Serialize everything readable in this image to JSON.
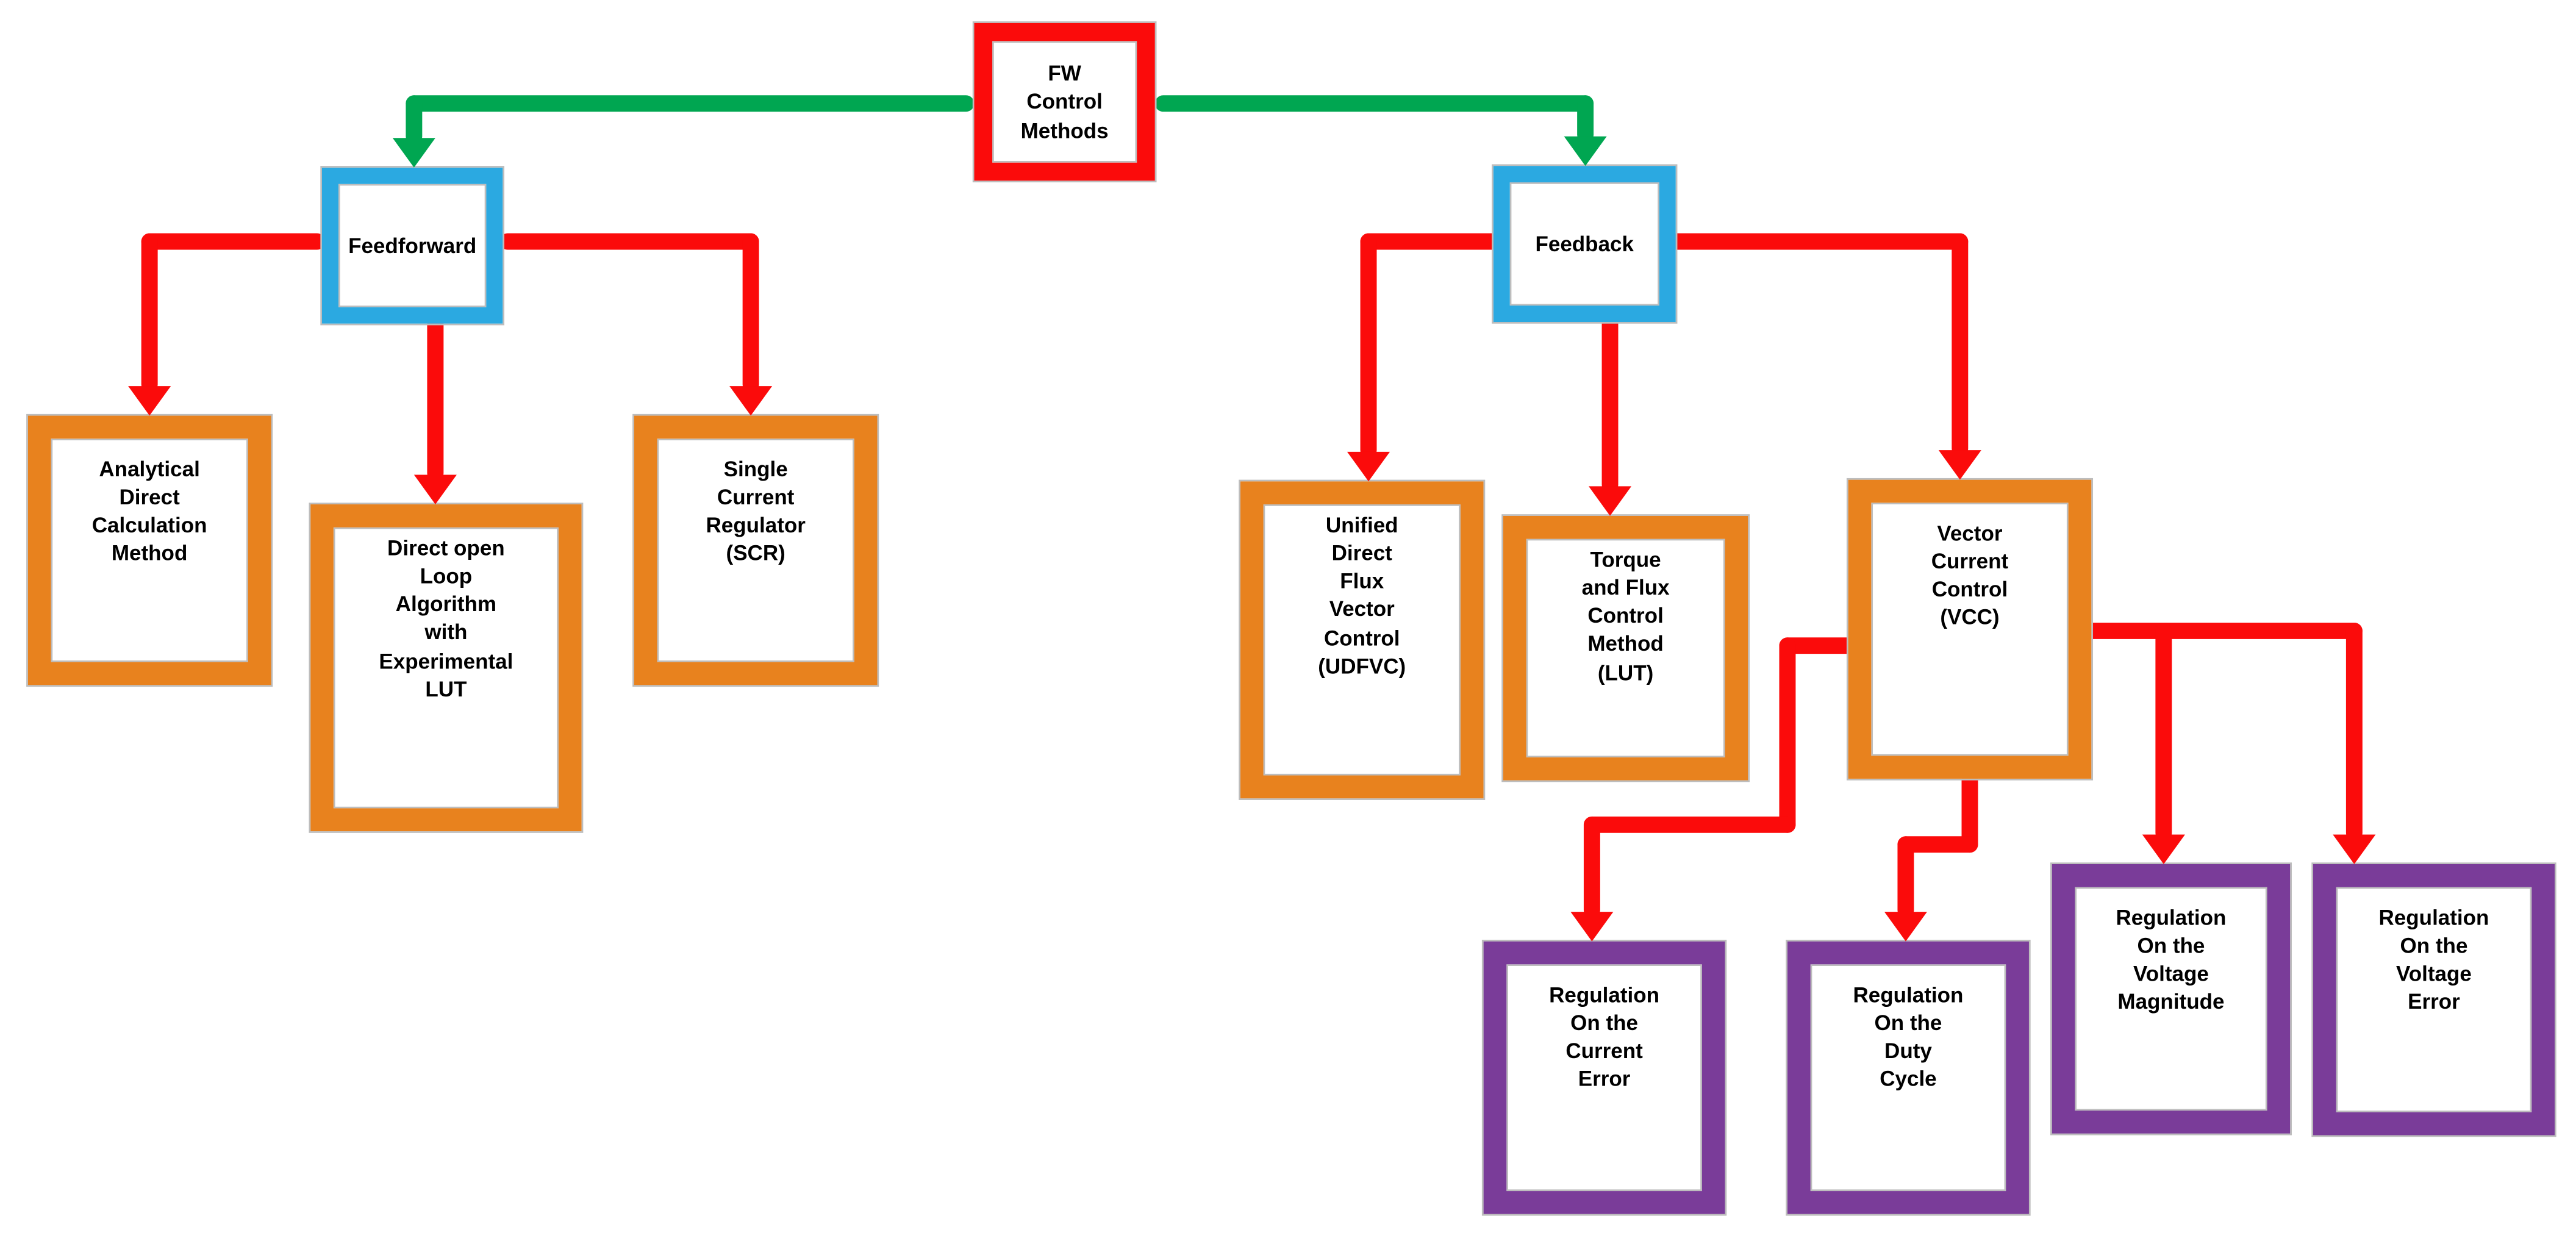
{
  "diagram_title": "FW Control Methods",
  "colors": {
    "red": "#FB0B0B",
    "green": "#00A651",
    "blue": "#2BA9E1",
    "orange": "#E8821E",
    "purple": "#7A3C99",
    "text": "#000000",
    "background": "#FFFFFF",
    "outline_gray": "#BDBDBD"
  },
  "nodes": {
    "fw": {
      "label": "FW\nControl\nMethods"
    },
    "feedforward": {
      "label": "Feedforward"
    },
    "feedback": {
      "label": "Feedback"
    },
    "analytical": {
      "label": "Analytical\nDirect\nCalculation\nMethod"
    },
    "direct_open_loop": {
      "label": "Direct open\nLoop\nAlgorithm\nwith\nExperimental\nLUT"
    },
    "scr": {
      "label": "Single\nCurrent\nRegulator\n(SCR)"
    },
    "udfvc": {
      "label": "Unified\nDirect\nFlux\nVector\nControl\n(UDFVC)"
    },
    "torque_flux": {
      "label": "Torque\nand Flux\nControl\nMethod\n(LUT)"
    },
    "vcc": {
      "label": "Vector\nCurrent\nControl\n(VCC)"
    },
    "reg_current_error": {
      "label": "Regulation\nOn the\nCurrent\nError"
    },
    "reg_duty_cycle": {
      "label": "Regulation\nOn the\nDuty\nCycle"
    },
    "reg_voltage_magnitude": {
      "label": "Regulation\nOn the\nVoltage\nMagnitude"
    },
    "reg_voltage_error": {
      "label": "Regulation\nOn the\nVoltage\nError"
    }
  },
  "edges": [
    "fw -> feedforward (green)",
    "fw -> feedback (green)",
    "feedforward -> analytical (red)",
    "feedforward -> direct_open_loop (red)",
    "feedforward -> scr (red)",
    "feedback -> udfvc (red)",
    "feedback -> torque_flux (red)",
    "feedback -> vcc (red)",
    "vcc -> reg_current_error (red)",
    "vcc -> reg_duty_cycle (red)",
    "vcc -> reg_voltage_magnitude (red)",
    "vcc -> reg_voltage_error (red)"
  ]
}
